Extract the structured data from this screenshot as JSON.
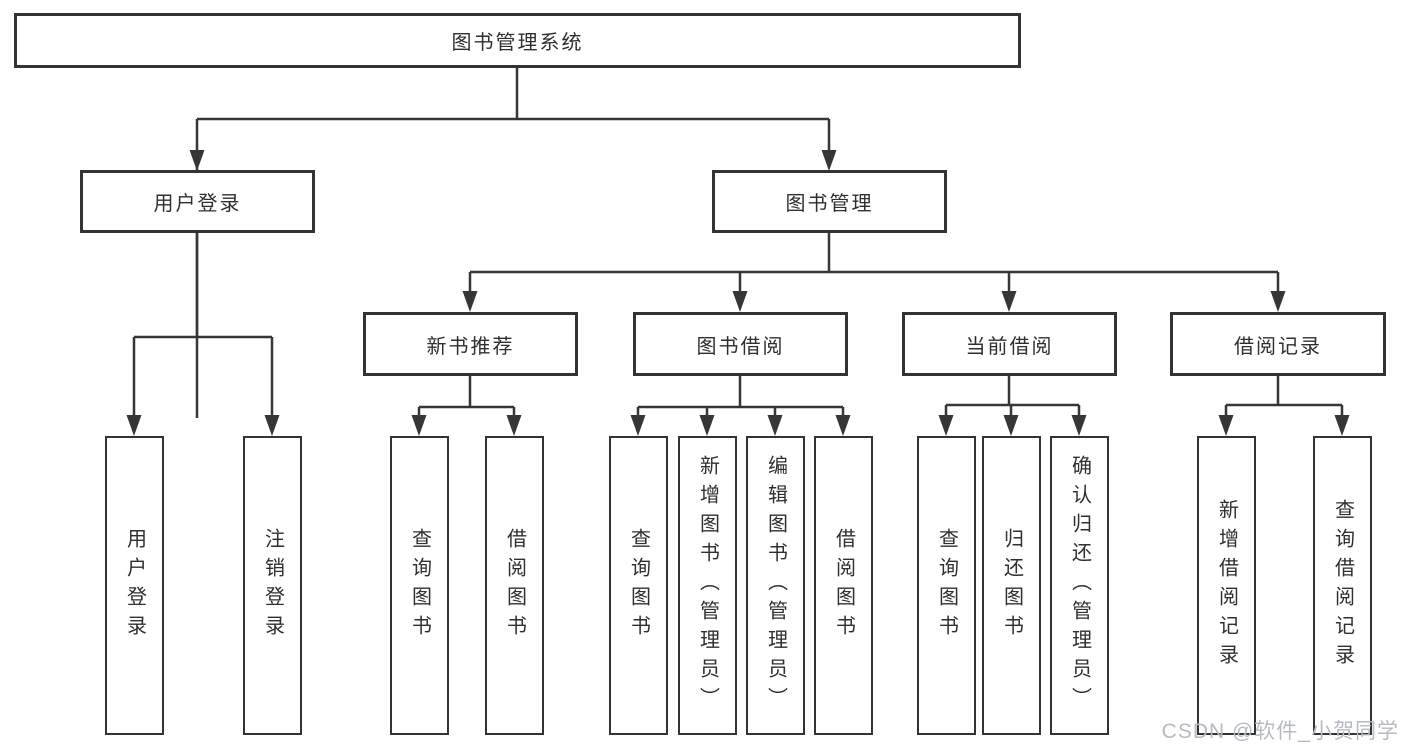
{
  "diagram": {
    "root": "图书管理系统",
    "level2": {
      "user_login": "用户登录",
      "book_management": "图书管理"
    },
    "level3": {
      "new_book_recommend": "新书推荐",
      "book_borrow": "图书借阅",
      "current_borrow": "当前借阅",
      "borrow_records": "借阅记录"
    },
    "leaves": {
      "user_login": "用户登录",
      "logout": "注销登录",
      "recommend_query_books": "查询图书",
      "recommend_borrow_books": "借阅图书",
      "borrow_query_books": "查询图书",
      "borrow_add_books": "新增图书（管理员）",
      "borrow_edit_books": "编辑图书（管理员）",
      "borrow_borrow_books": "借阅图书",
      "current_query_books": "查询图书",
      "current_return_books": "归还图书",
      "current_confirm_return": "确认归还（管理员）",
      "records_add_record": "新增借阅记录",
      "records_query_record": "查询借阅记录"
    },
    "watermark": "CSDN @软件_小贺同学",
    "colors": {
      "line": "#363636",
      "box_border": "#333333",
      "text": "#2f2f2f",
      "background": "#ffffff",
      "watermark": "#b7bbc1"
    }
  }
}
